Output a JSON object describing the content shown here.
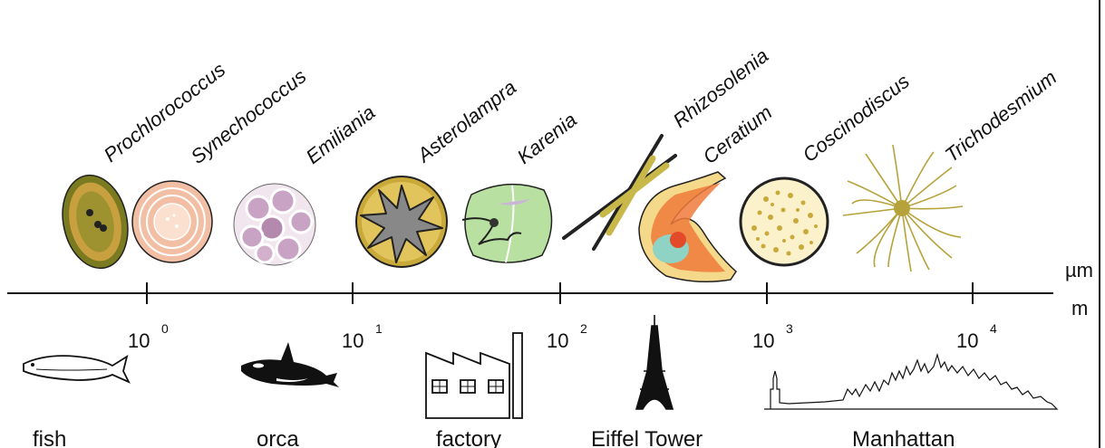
{
  "organisms": [
    {
      "name": "Prochlorococcus",
      "icon": "prochlorococcus-cell-icon"
    },
    {
      "name": "Synechococcus",
      "icon": "synechococcus-cell-icon"
    },
    {
      "name": "Emiliania",
      "icon": "emiliania-cell-icon"
    },
    {
      "name": "Asterolampra",
      "icon": "asterolampra-cell-icon"
    },
    {
      "name": "Karenia",
      "icon": "karenia-cell-icon"
    },
    {
      "name": "Rhizosolenia",
      "icon": "rhizosolenia-cell-icon"
    },
    {
      "name": "Ceratium",
      "icon": "ceratium-cell-icon"
    },
    {
      "name": "Coscinodiscus",
      "icon": "coscinodiscus-cell-icon"
    },
    {
      "name": "Trichodesmium",
      "icon": "trichodesmium-colony-icon"
    }
  ],
  "scale": {
    "units": {
      "top": "µm",
      "bottom": "m"
    },
    "ticks": [
      {
        "base": "10",
        "exp": "0"
      },
      {
        "base": "10",
        "exp": "1"
      },
      {
        "base": "10",
        "exp": "2"
      },
      {
        "base": "10",
        "exp": "3"
      },
      {
        "base": "10",
        "exp": "4"
      }
    ]
  },
  "objects": [
    {
      "label": "fish",
      "icon": "fish-icon"
    },
    {
      "label": "orca",
      "icon": "orca-icon"
    },
    {
      "label": "factory",
      "icon": "factory-icon"
    },
    {
      "label": "Eiffel Tower",
      "icon": "eiffel-tower-icon"
    },
    {
      "label": "Manhattan",
      "icon": "manhattan-skyline-icon"
    }
  ],
  "colors": {
    "axis": "#111111",
    "olive": "#8a8a2a",
    "salmon": "#f3c3a8",
    "pink": "#c9a3c4",
    "gold": "#c8a93a",
    "green": "#b8e0a0",
    "orange": "#f07a3a"
  }
}
